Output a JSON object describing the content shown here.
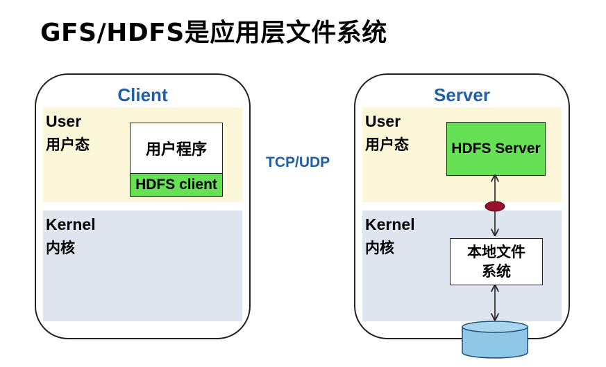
{
  "title": "GFS/HDFS是应用层文件系统",
  "protocol_label": "TCP/UDP",
  "client": {
    "label": "Client",
    "user_band": {
      "title": "User",
      "subtitle": "用户态"
    },
    "kernel_band": {
      "title": "Kernel",
      "subtitle": "内核"
    },
    "app_box": "用户程序",
    "client_box": "HDFS client"
  },
  "server": {
    "label": "Server",
    "user_band": {
      "title": "User",
      "subtitle": "用户态"
    },
    "kernel_band": {
      "title": "Kernel",
      "subtitle": "内核"
    },
    "server_box": "HDFS Server",
    "fs_box_line1": "本地文件",
    "fs_box_line2": "系统"
  },
  "colors": {
    "accent_blue": "#1f5fa8",
    "green": "#66e055",
    "user_band": "#fbf7d8",
    "kernel_band": "#dfe5ef",
    "connector": "#9b0f2e",
    "disk": "#8fc7e6"
  }
}
